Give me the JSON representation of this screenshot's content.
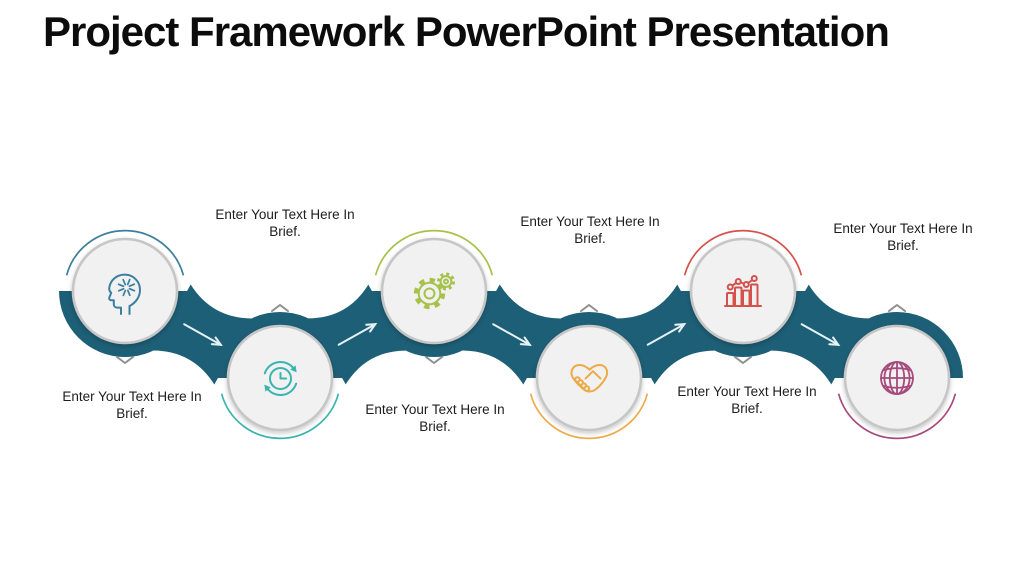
{
  "title": "Project Framework PowerPoint Presentation",
  "colors": {
    "ribbon": "#1d5f76",
    "circle_fill": "#f1f1f2",
    "circle_border": "#c6c6c7",
    "chevron": "#8f8f8f",
    "arrow": "#e6f2f5",
    "background": "#ffffff"
  },
  "steps": [
    {
      "position": "top",
      "label": "Enter Your Text Here In Brief.",
      "icon": "idea-head-icon",
      "accent": "#3b7f9d"
    },
    {
      "position": "bottom",
      "label": "Enter Your Text Here In Brief.",
      "icon": "time-management-icon",
      "accent": "#3ab4ae"
    },
    {
      "position": "top",
      "label": "Enter Your Text Here In Brief.",
      "icon": "gears-icon",
      "accent": "#a6c24a"
    },
    {
      "position": "bottom",
      "label": "Enter Your Text Here In Brief.",
      "icon": "handshake-icon",
      "accent": "#edaa47"
    },
    {
      "position": "top",
      "label": "Enter Your Text Here In Brief.",
      "icon": "growth-chart-icon",
      "accent": "#d5524c"
    },
    {
      "position": "bottom",
      "label": "Enter Your Text Here In Brief.",
      "icon": "globe-icon",
      "accent": "#a74a7c"
    }
  ]
}
